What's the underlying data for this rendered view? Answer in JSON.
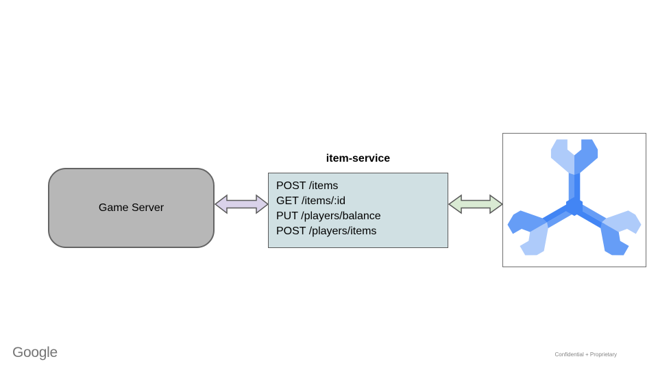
{
  "diagram": {
    "nodes": {
      "game_server": {
        "label": "Game Server",
        "fill": "#b7b7b7",
        "border_color": "#646464"
      },
      "item_service": {
        "title": "item-service",
        "endpoints": [
          "POST /items",
          "GET /items/:id",
          "PUT /players/balance",
          "POST /players/items"
        ],
        "fill": "#d0e0e3",
        "border_color": "#595959"
      },
      "spanner_db": {
        "icon": "cloud-spanner-icon",
        "frame_border_color": "#6e6e6e",
        "icon_colors": {
          "light": "#aecbfa",
          "medium": "#669df6",
          "dark": "#4285f4"
        }
      }
    },
    "connectors": [
      {
        "name": "game-server-to-item-service",
        "shape": "double-arrow",
        "fill": "#d9d2e9",
        "stroke": "#595959"
      },
      {
        "name": "item-service-to-spanner",
        "shape": "double-arrow",
        "fill": "#d9ead3",
        "stroke": "#595959"
      }
    ]
  },
  "footer": {
    "brand": "Google",
    "note": "Confidential + Proprietary",
    "brand_color": "#757575",
    "note_color": "#858585"
  }
}
